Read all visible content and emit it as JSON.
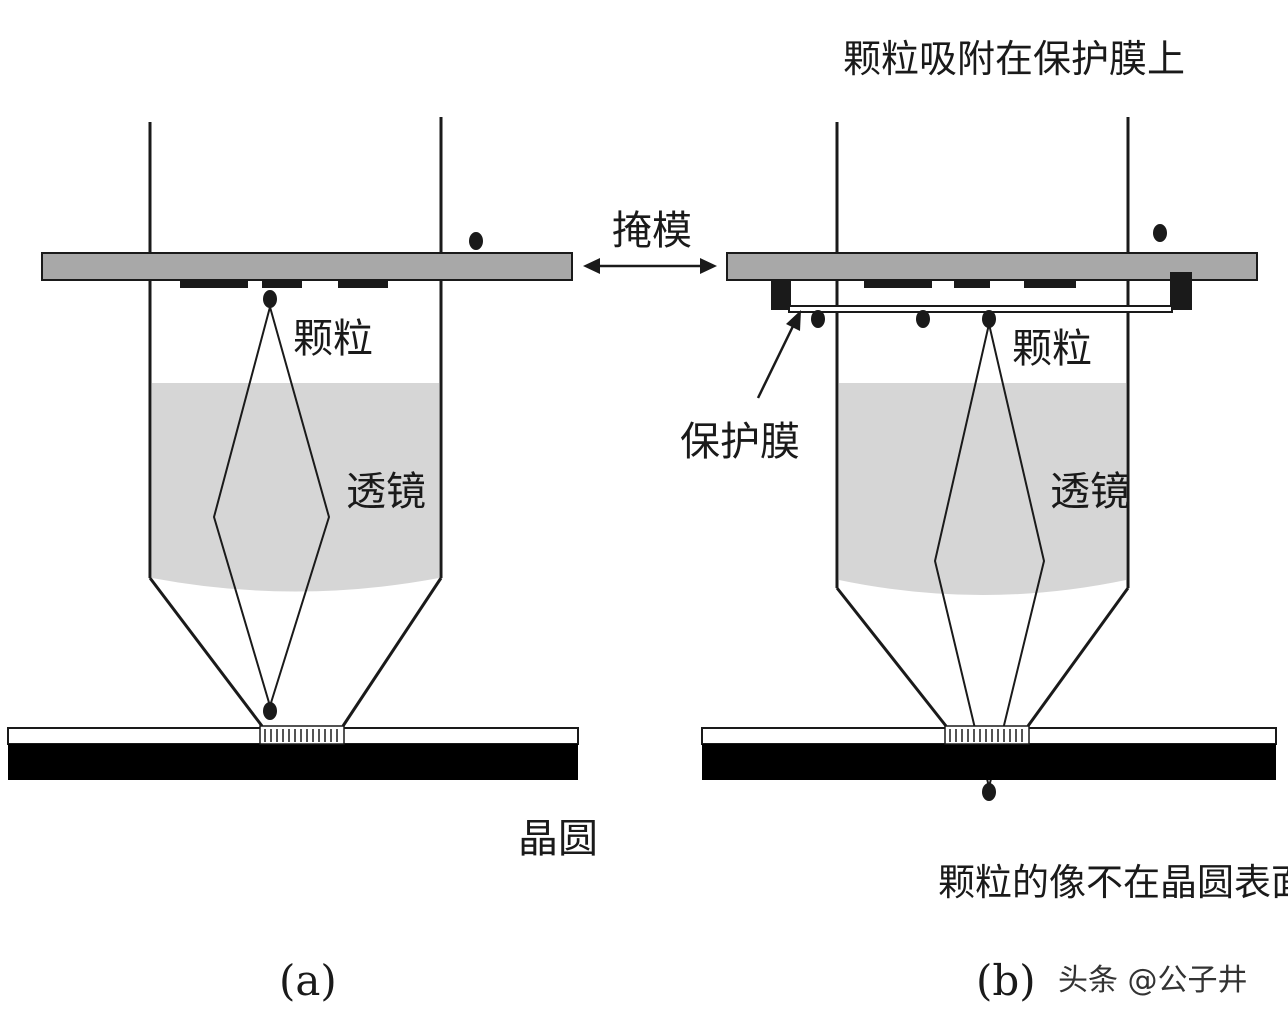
{
  "labels": {
    "mask": "掩模",
    "particle_a": "颗粒",
    "particle_b": "颗粒",
    "lens_a": "透镜",
    "lens_b": "透镜",
    "pellicle": "保护膜",
    "wafer": "晶圆",
    "particle_on_pellicle": "颗粒吸附在保护膜上",
    "not_focused": "颗粒的像不在晶圆表面聚焦",
    "panel_a": "(a)",
    "panel_b": "(b)"
  },
  "watermark": "头条 @公子井",
  "colors": {
    "mask_plate": "#a8a8a8",
    "lens_fill": "#d6d6d6",
    "wafer_base": "#000000",
    "particle": "#1a1a1a",
    "line": "#1a1a1a"
  }
}
